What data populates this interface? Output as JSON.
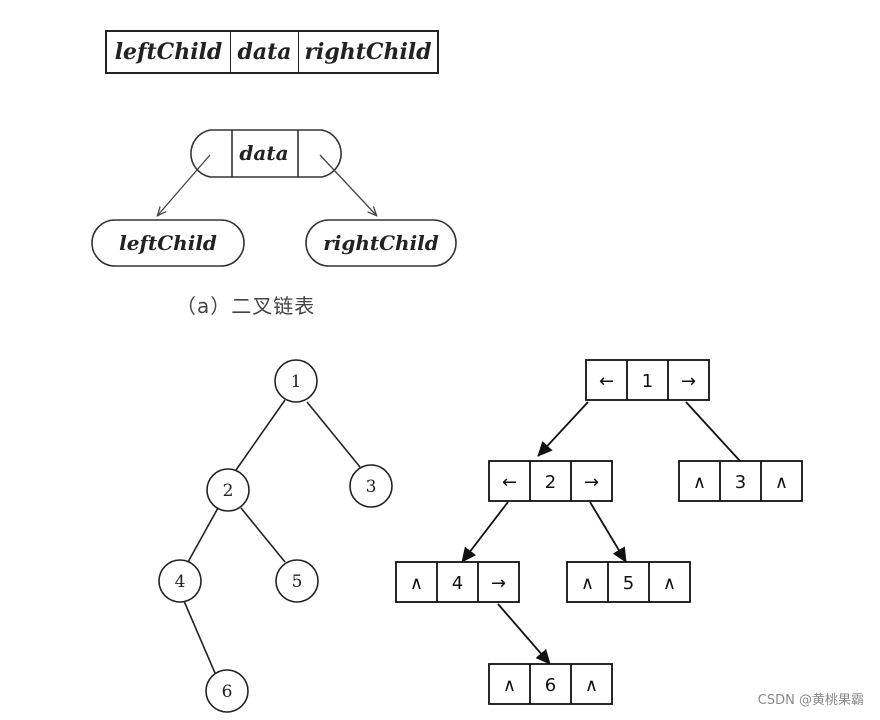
{
  "record": {
    "left_child": "leftChild",
    "data": "data",
    "right_child": "rightChild"
  },
  "linked_node": {
    "data": "data",
    "left_child": "leftChild",
    "right_child": "rightChild"
  },
  "caption": "（a）二叉链表",
  "tree": {
    "nodes": [
      "1",
      "2",
      "3",
      "4",
      "5",
      "6"
    ],
    "edges": [
      [
        "1",
        "2"
      ],
      [
        "1",
        "3"
      ],
      [
        "2",
        "4"
      ],
      [
        "2",
        "5"
      ],
      [
        "4",
        "6"
      ]
    ]
  },
  "linked_list": {
    "nodes": [
      {
        "left": "←",
        "data": "1",
        "right": "→"
      },
      {
        "left": "←",
        "data": "2",
        "right": "→"
      },
      {
        "left": "∧",
        "data": "3",
        "right": "∧"
      },
      {
        "left": "∧",
        "data": "4",
        "right": "→"
      },
      {
        "left": "∧",
        "data": "5",
        "right": "∧"
      },
      {
        "left": "∧",
        "data": "6",
        "right": "∧"
      }
    ]
  },
  "watermark": "CSDN @黄桃果霸"
}
